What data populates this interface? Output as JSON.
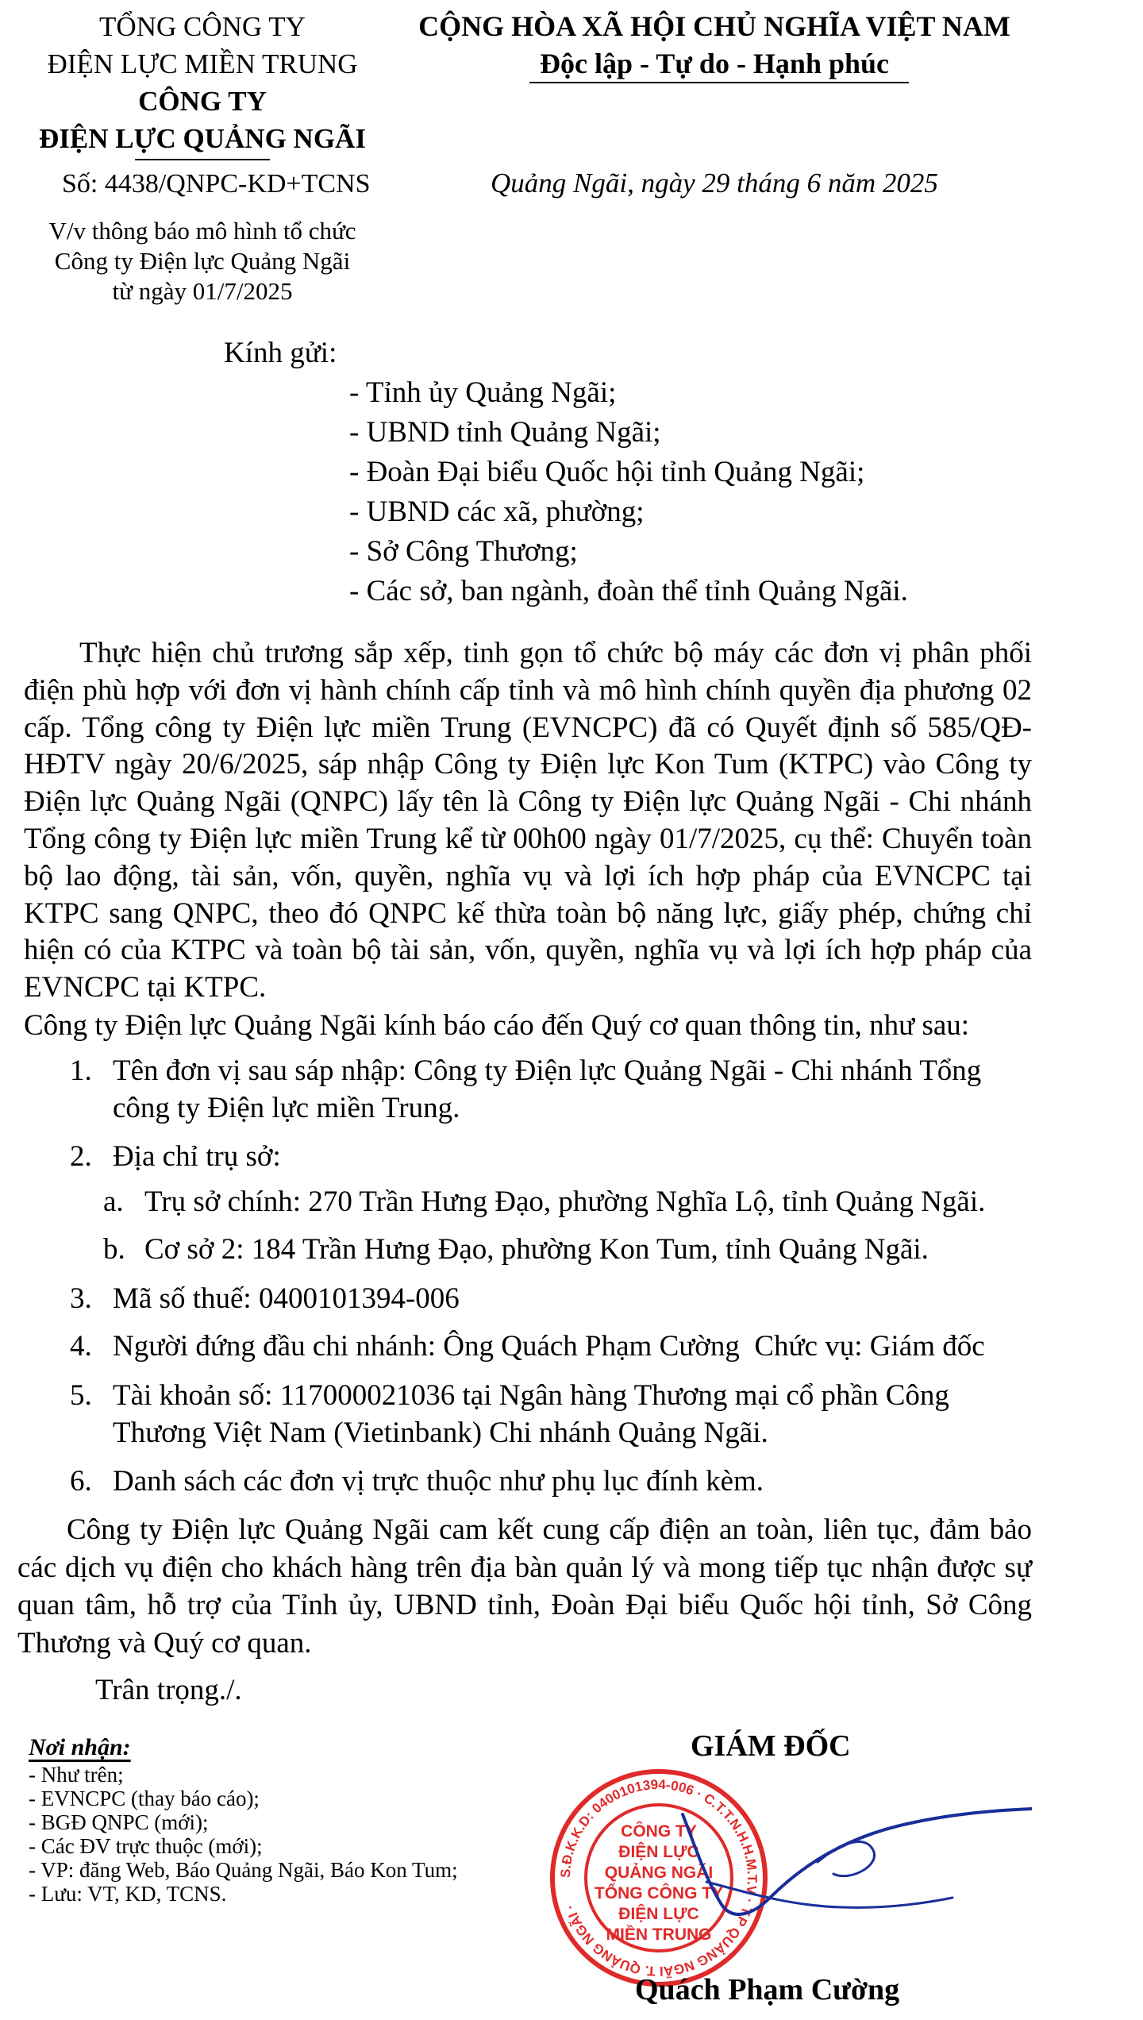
{
  "header_left": {
    "org_parent": "TỔNG CÔNG TY",
    "org_parent_2": "ĐIỆN LỰC MIỀN TRUNG",
    "org_1": "CÔNG TY",
    "org_2": "ĐIỆN LỰC QUẢNG NGÃI",
    "doc_number": "Số: 4438/QNPC-KD+TCNS",
    "subject_1": "V/v thông báo mô hình tổ chức",
    "subject_2": "Công ty Điện lực Quảng Ngãi",
    "subject_3": "từ ngày 01/7/2025"
  },
  "header_right": {
    "country": "CỘNG HÒA XÃ HỘI CHỦ NGHĨA VIỆT NAM",
    "motto": "Độc lập - Tự do - Hạnh phúc",
    "place_date": "Quảng Ngãi, ngày 29 tháng 6 năm 2025"
  },
  "recipients": {
    "greeting": "Kính gửi:",
    "items": [
      "- Tỉnh ủy Quảng Ngãi;",
      "- UBND tỉnh Quảng Ngãi;",
      "- Đoàn Đại biểu Quốc hội tỉnh Quảng Ngãi;",
      "- UBND các xã, phường;",
      "- Sở Công Thương;",
      "- Các sở, ban ngành, đoàn thể tỉnh Quảng Ngãi."
    ]
  },
  "body": {
    "paragraph_1": "Thực hiện chủ trương sắp xếp, tinh gọn tổ chức bộ máy các đơn vị phân phối điện phù hợp với đơn vị hành chính cấp tỉnh và mô hình chính quyền địa phương 02 cấp. Tổng công ty Điện lực miền Trung (EVNCPC) đã có Quyết định số 585/QĐ-HĐTV ngày 20/6/2025, sáp nhập Công ty Điện lực Kon Tum (KTPC) vào Công ty Điện lực Quảng Ngãi (QNPC) lấy tên là Công ty Điện lực Quảng Ngãi - Chi nhánh Tổng công ty Điện lực miền Trung kể từ 00h00 ngày 01/7/2025, cụ thể: Chuyển toàn bộ lao động, tài sản, vốn, quyền, nghĩa vụ và lợi ích hợp pháp của EVNCPC tại KTPC sang QNPC, theo đó QNPC kế thừa toàn bộ năng lực, giấy phép, chứng chỉ hiện có của KTPC và toàn bộ tài sản, vốn, quyền, nghĩa vụ và lợi ích hợp pháp của EVNCPC tại KTPC.",
    "intro_list": "Công ty Điện lực Quảng Ngãi kính báo cáo đến Quý cơ quan thông tin, như sau:",
    "item_1_num": "1.",
    "item_1_line1": "Tên đơn vị sau sáp nhập: Công ty Điện lực Quảng Ngãi - Chi nhánh Tổng",
    "item_1_line2": "công ty Điện lực miền Trung.",
    "item_2_num": "2.",
    "item_2": "Địa chỉ trụ sở:",
    "item_2a_num": "a.",
    "item_2a": "Trụ sở chính: 270 Trần Hưng Đạo, phường Nghĩa Lộ, tỉnh Quảng Ngãi.",
    "item_2b_num": "b.",
    "item_2b": "Cơ sở 2: 184 Trần Hưng Đạo, phường Kon Tum, tỉnh Quảng Ngãi.",
    "item_3_num": "3.",
    "item_3": "Mã số thuế: 0400101394-006",
    "item_4_num": "4.",
    "item_4": "Người đứng đầu chi nhánh: Ông Quách Phạm Cường  Chức vụ: Giám đốc",
    "item_5_num": "5.",
    "item_5_line1": "Tài khoản số: 117000021036 tại Ngân hàng Thương mại cổ phần Công",
    "item_5_line2": "Thương Việt Nam (Vietinbank) Chi nhánh Quảng Ngãi.",
    "item_6_num": "6.",
    "item_6": "Danh sách các đơn vị trực thuộc như phụ lục đính kèm.",
    "paragraph_2": "Công ty Điện lực Quảng Ngãi cam kết cung cấp điện an toàn, liên tục, đảm bảo các dịch vụ điện cho khách hàng trên địa bàn quản lý và mong tiếp tục nhận được sự quan tâm, hỗ trợ của Tỉnh ủy, UBND tỉnh, Đoàn Đại biểu Quốc hội tỉnh, Sở Công Thương và Quý cơ quan.",
    "closing": "Trân trọng./."
  },
  "footer": {
    "cc_title": "Nơi nhận:",
    "cc_items": [
      "- Như trên;",
      "- EVNCPC (thay báo cáo);",
      "- BGĐ QNPC (mới);",
      "- Các ĐV trực thuộc (mới);",
      "- VP: đăng Web, Báo Quảng Ngãi, Báo Kon Tum;",
      "- Lưu: VT, KD, TCNS."
    ],
    "signer_title": "GIÁM ĐỐC",
    "signer_name": "Quách Phạm Cường"
  },
  "stamp": {
    "color": "#e02a2a",
    "ring_text": "S.Đ.K.K.D: 0400101394-006 · C.T.T.N.H.H.M.T.V · T.P QUẢNG NGÃI T. QUẢNG NGÃI ·",
    "inner_lines": [
      "CÔNG TY",
      "ĐIỆN LỰC",
      "QUẢNG NGÃI",
      "TỔNG CÔNG TY",
      "ĐIỆN LỰC",
      "MIỀN TRUNG"
    ]
  },
  "signature": {
    "color": "#1a2e9a"
  }
}
